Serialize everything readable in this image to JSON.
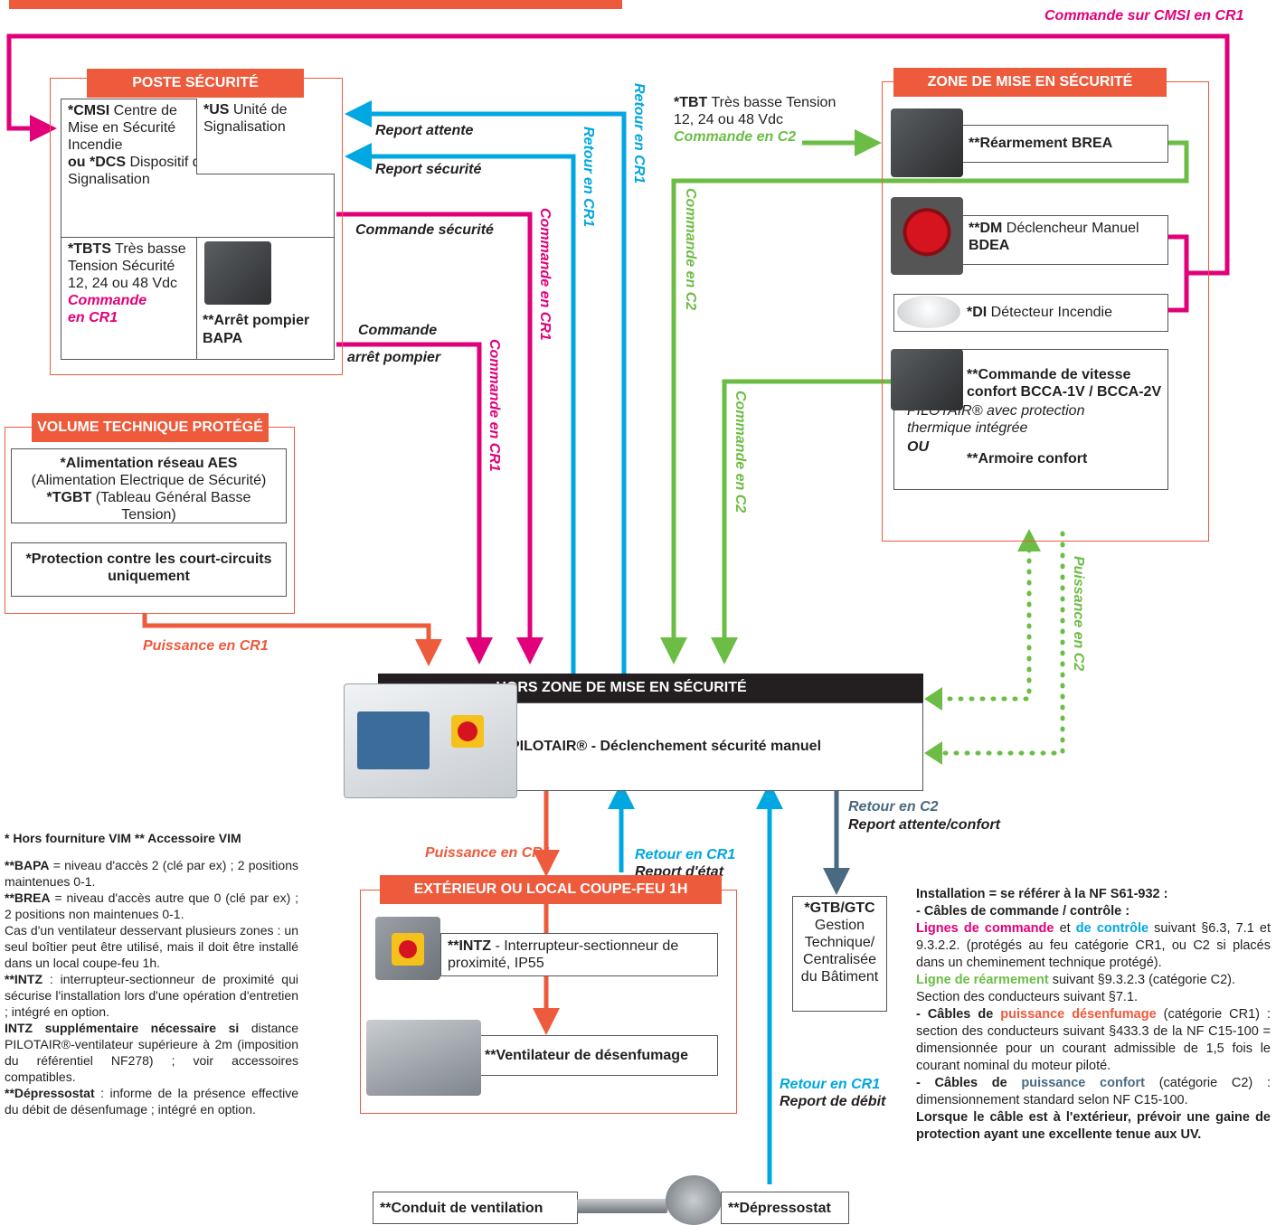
{
  "colors": {
    "magenta": "#e2007a",
    "cyan": "#00a7e1",
    "green": "#6cbd45",
    "orange": "#ee5a3c",
    "slate": "#4a6a82",
    "black": "#231f20"
  },
  "wire_labels": {
    "cmsi_cr1": "Commande sur CMSI en CR1",
    "report_attente": "Report attente",
    "report_securite": "Report sécurité",
    "commande_securite": "Commande sécurité",
    "commande_arret_1": "Commande",
    "commande_arret_2": "arrêt pompier",
    "retour_cr1": "Retour en CR1",
    "commande_cr1": "Commande en CR1",
    "commande_c2": "Commande en C2",
    "puissance_c2": "Puissance en C2",
    "puissance_cr1": "Puissance en CR1",
    "retour_c2": "Retour en C2",
    "report_attente_confort": "Report attente/confort",
    "report_etat": "Report d'état",
    "report_debit": "Report de débit"
  },
  "poste": {
    "header": "POSTE SÉCURITÉ",
    "cmsi_b": "*CMSI",
    "cmsi_t": " Centre de Mise en Sécurité Incendie",
    "dcs_b": "ou *DCS",
    "dcs_t": " Dispositif de Commande avec Signalisation",
    "us_b": "*US",
    "us_t": " Unité de Signalisation",
    "tbts_b": "*TBTS",
    "tbts_t": " Très basse Tension Sécurité 12, 24 ou 48 Vdc",
    "tbts_cmd_1": "Commande",
    "tbts_cmd_2": "en CR1",
    "bapa_1": "**Arrêt pompier",
    "bapa_2": "BAPA"
  },
  "tbt": {
    "b": "*TBT",
    "t1": " Très basse Tension",
    "t2": "12, 24 ou 48 Vdc",
    "cmd": "Commande en C2"
  },
  "zone": {
    "header": "ZONE DE MISE EN SÉCURITÉ",
    "brea": "**Réarmement BREA",
    "dm_b": "**DM",
    "dm_t": " Déclencheur Manuel",
    "dm_2": "BDEA",
    "di_b": "*DI",
    "di_t": " Détecteur Incendie",
    "bcca_1": "**Commande de vitesse",
    "bcca_2": "confort BCCA-1V / BCCA-2V",
    "bcca_3": "PILOTAIR® avec protection",
    "bcca_4": "thermique intégrée",
    "ou": "OU",
    "armoire": "**Armoire confort"
  },
  "volume": {
    "header": "VOLUME TECHNIQUE PROTÉGÉ",
    "aes_b": "*Alimentation réseau AES",
    "aes_t": "(Alimentation Electrique de Sécurité)",
    "tgbt_b": "*TGBT",
    "tgbt_t": " (Tableau Général Basse Tension)",
    "prot_1": "*Protection contre les court-circuits",
    "prot_2": "uniquement"
  },
  "hors": {
    "header": "HORS ZONE DE MISE EN SÉCURITÉ",
    "title": "PILOTAIR® - Déclenchement sécurité manuel"
  },
  "exterieur": {
    "header": "EXTÉRIEUR OU LOCAL COUPE-FEU 1H",
    "intz_b": "**INTZ",
    "intz_t": " - Interrupteur-sectionneur de proximité, IP55",
    "vent": "**Ventilateur de désenfumage"
  },
  "gtb": {
    "b": "*GTB/GTC",
    "t": "Gestion Technique/ Centralisée du Bâtiment"
  },
  "conduit": "**Conduit de ventilation",
  "depressostat": "**Dépressostat",
  "notes_left": {
    "legend": "* Hors fourniture VIM ** Accessoire VIM",
    "bapa_b": "**BAPA",
    "bapa_t": " = niveau d'accès 2 (clé par ex) ; 2 positions maintenues 0-1.",
    "brea_b": "**BREA",
    "brea_t": " = niveau d'accès autre que 0 (clé par ex) ; 2 positions non maintenues 0-1.",
    "cas": "Cas d'un ventilateur desservant plusieurs zones : un seul boîtier peut être utilisé, mais il doit être installé dans un local coupe-feu 1h.",
    "intz_b": "**INTZ",
    "intz_t": " : interrupteur-sectionneur de proximité qui sécurise l'installation lors d'une opération d'entretien ; intégré en option.",
    "intz2_b": "INTZ supplémentaire nécessaire si",
    "intz2_t": " distance PILOTAIR®-ventilateur supérieure à 2m (imposition du référentiel NF278) ; voir accessoires compatibles.",
    "dep_b": "**Dépressostat",
    "dep_t": " : informe de la présence effective du débit de désenfumage ; intégré en option."
  },
  "notes_right": {
    "title": "Installation = se référer à la NF S61-932 :",
    "cables_cmd": "- Câbles de commande / contrôle :",
    "lignes_cmd": "Lignes de commande",
    "et": " et ",
    "de_controle": "de contrôle",
    "lignes_t": " suivant §6.3, 7.1 et 9.3.2.2. (protégés au feu catégorie CR1, ou C2 si placés dans un cheminement technique protégé).",
    "rearm": "Ligne de réarmement",
    "rearm_t": " suivant §9.3.2.3 (catégorie C2).",
    "section": "Section des conducteurs suivant §7.1.",
    "cables_p": "- Câbles de ",
    "puiss_des": "puissance désenfumage",
    "cables_p_t": " (catégorie CR1) : section des conducteurs suivant §433.3 de la NF C15-100 = dimensionnée pour un courant admissible de 1,5 fois le courant nominal du moteur piloté.",
    "cables_c": "- Câbles de ",
    "puiss_conf": "puissance confort",
    "cables_c_t": " (catégorie C2) : dimensionnement standard selon NF C15-100.",
    "uv": "Lorsque le câble est à l'extérieur, prévoir une gaine de protection ayant une excellente tenue aux UV."
  }
}
